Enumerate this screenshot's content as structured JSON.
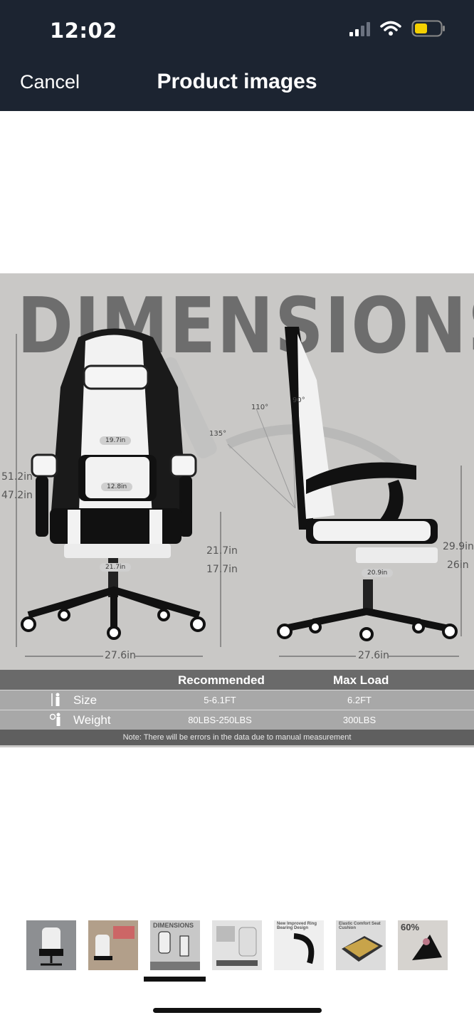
{
  "status_bar": {
    "time": "12:02"
  },
  "nav": {
    "cancel_label": "Cancel",
    "title": "Product images"
  },
  "image": {
    "heading": "DIMENSIONS",
    "measurements": {
      "total_height": "51.2in",
      "min_height": "47.2in",
      "back_width": "19.7in",
      "lumbar_width": "12.8in",
      "seat_width": "21.7in",
      "seat_height_max": "21.7in",
      "seat_height_min": "17.7in",
      "base_width_front": "27.6in",
      "armrest_height_max": "29.9in",
      "armrest_height_min": "26in",
      "seat_depth": "20.9in",
      "base_width_side": "27.6in"
    },
    "angles": [
      "135°",
      "110°",
      "90°"
    ],
    "table": {
      "headers": [
        "Recommended",
        "Max Load"
      ],
      "rows": [
        {
          "label": "Size",
          "recommended": "5-6.1FT",
          "max": "6.2FT"
        },
        {
          "label": "Weight",
          "recommended": "80LBS-250LBS",
          "max": "300LBS"
        }
      ],
      "note": "Note: There will be errors in the data due to manual measurement"
    }
  },
  "thumbnails": [
    {
      "label": ""
    },
    {
      "label": ""
    },
    {
      "label": "DIMENSIONS"
    },
    {
      "label": ""
    },
    {
      "label": "New Improved Ring Bearing Design"
    },
    {
      "label": "Elastic Comfort Seat Cushion"
    },
    {
      "label": "60%"
    }
  ],
  "colors": {
    "nav_bg": "#1c2431",
    "battery": "#f5d000",
    "image_bg": "#c9c8c6"
  }
}
